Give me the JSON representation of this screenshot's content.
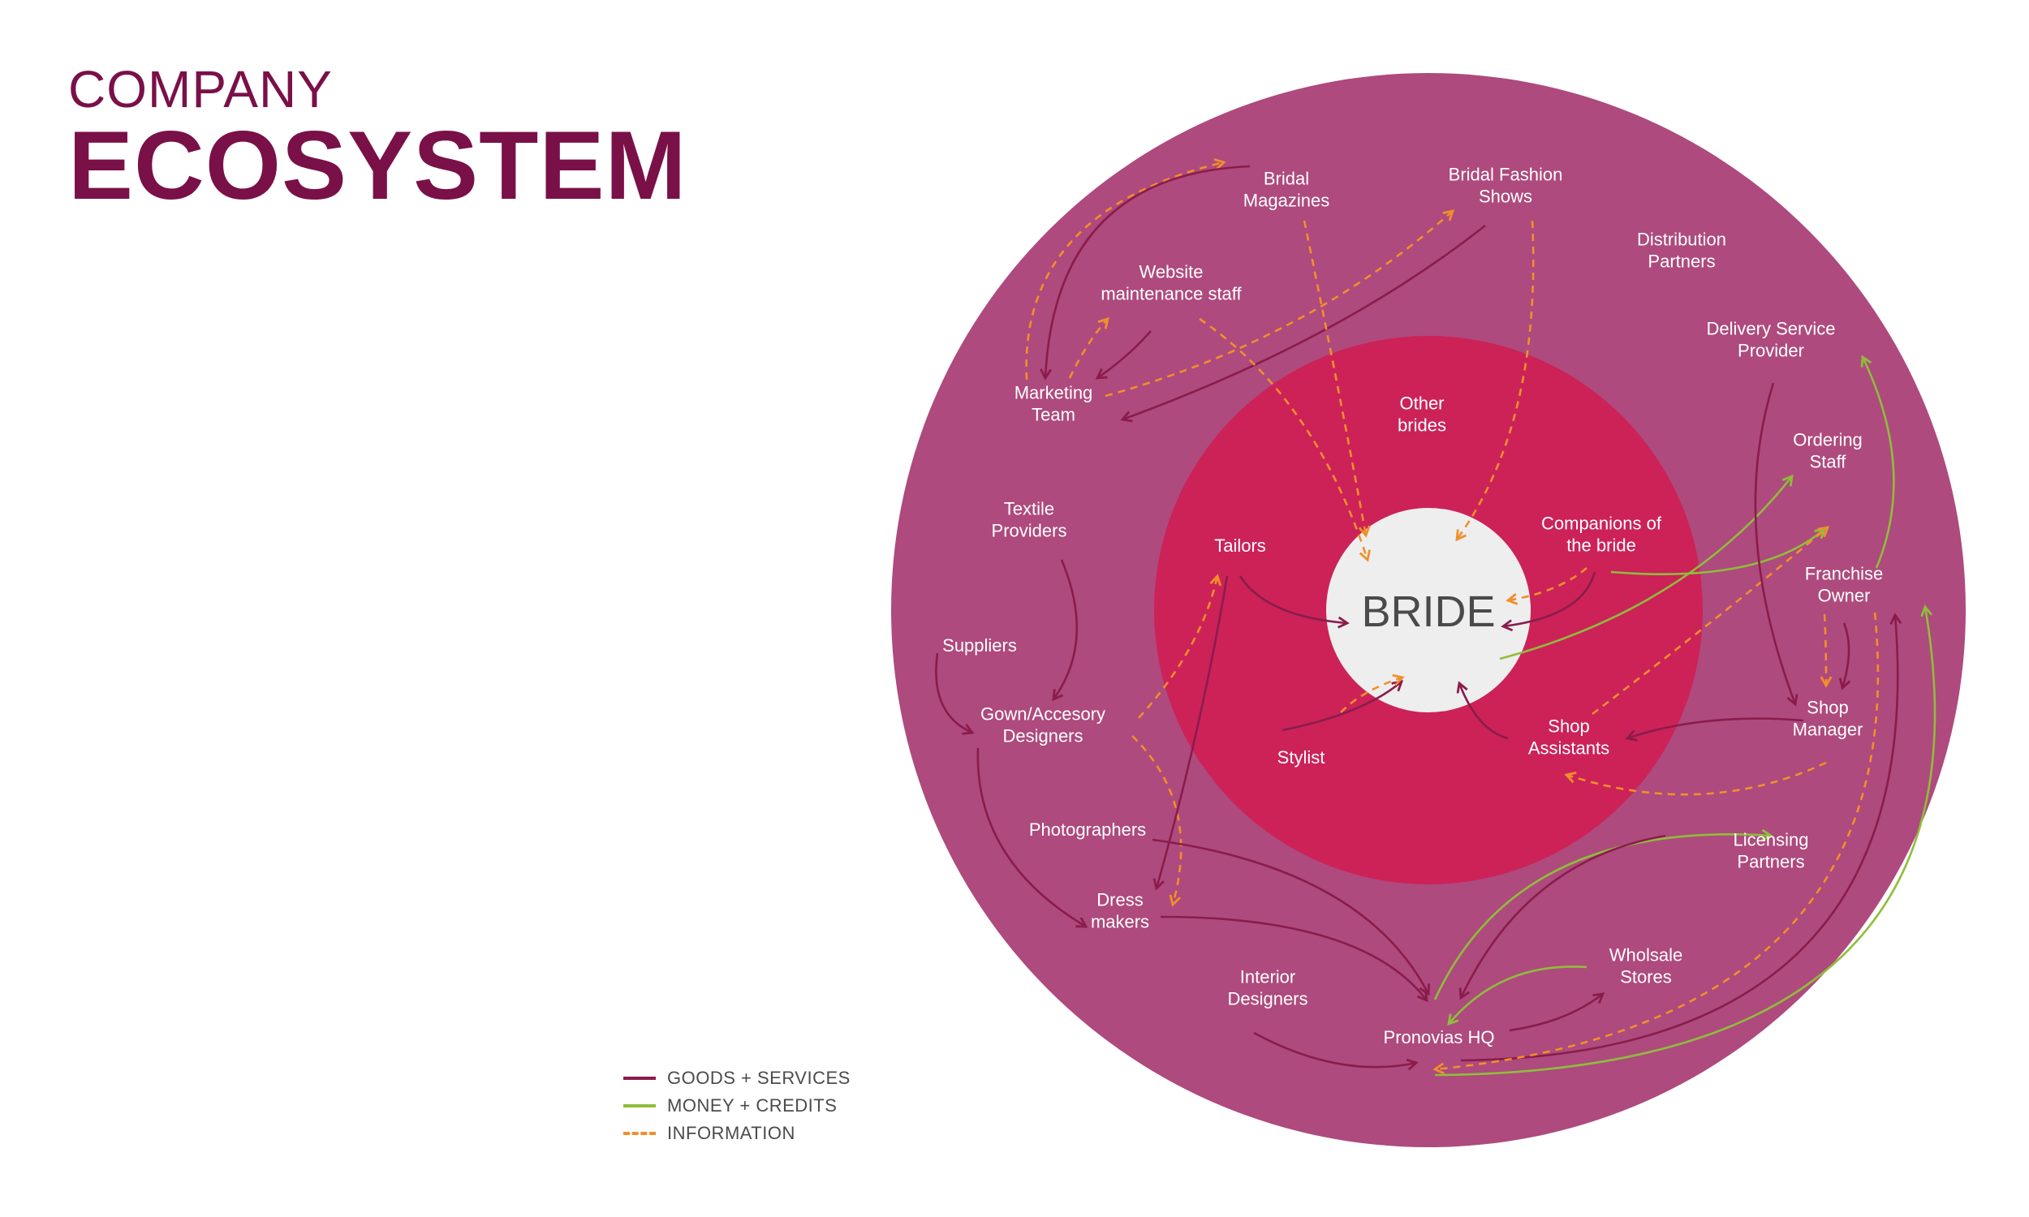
{
  "title": {
    "line1": "COMPANY",
    "line2": "ECOSYSTEM"
  },
  "colors": {
    "outer_ring": "#ae4a7d",
    "inner_ring": "#cc2258",
    "center": "#eeeeee",
    "title": "#7a1048",
    "goods": "#8a1c4c",
    "money": "#8fbd3b",
    "information": "#f0902a",
    "label_text": "#ffffff",
    "center_text": "#4a4a4a"
  },
  "center": {
    "label": "BRIDE"
  },
  "nodes": [
    {
      "id": "bridal-magazines",
      "lines": [
        "Bridal",
        "Magazines"
      ]
    },
    {
      "id": "bridal-fashion-shows",
      "lines": [
        "Bridal Fashion",
        "Shows"
      ]
    },
    {
      "id": "distribution-partners",
      "lines": [
        "Distribution",
        "Partners"
      ]
    },
    {
      "id": "website-maintenance-staff",
      "lines": [
        "Website",
        "maintenance staff"
      ]
    },
    {
      "id": "delivery-service-provider",
      "lines": [
        "Delivery Service",
        "Provider"
      ]
    },
    {
      "id": "marketing-team",
      "lines": [
        "Marketing",
        "Team"
      ]
    },
    {
      "id": "other-brides",
      "lines": [
        "Other",
        "brides"
      ]
    },
    {
      "id": "ordering-staff",
      "lines": [
        "Ordering",
        "Staff"
      ]
    },
    {
      "id": "textile-providers",
      "lines": [
        "Textile",
        "Providers"
      ]
    },
    {
      "id": "tailors",
      "lines": [
        "Tailors"
      ]
    },
    {
      "id": "companions-of-the-bride",
      "lines": [
        "Companions of",
        "the bride"
      ]
    },
    {
      "id": "franchise-owner",
      "lines": [
        "Franchise",
        "Owner"
      ]
    },
    {
      "id": "suppliers",
      "lines": [
        "Suppliers"
      ]
    },
    {
      "id": "gown-accesory-designers",
      "lines": [
        "Gown/Accesory",
        "Designers"
      ]
    },
    {
      "id": "stylist",
      "lines": [
        "Stylist"
      ]
    },
    {
      "id": "shop-assistants",
      "lines": [
        "Shop",
        "Assistants"
      ]
    },
    {
      "id": "shop-manager",
      "lines": [
        "Shop",
        "Manager"
      ]
    },
    {
      "id": "photographers",
      "lines": [
        "Photographers"
      ]
    },
    {
      "id": "licensing-partners",
      "lines": [
        "Licensing",
        "Partners"
      ]
    },
    {
      "id": "dress-makers",
      "lines": [
        "Dress",
        "makers"
      ]
    },
    {
      "id": "interior-designers",
      "lines": [
        "Interior",
        "Designers"
      ]
    },
    {
      "id": "wholsale-stores",
      "lines": [
        "Wholsale",
        "Stores"
      ]
    },
    {
      "id": "pronovias-hq",
      "lines": [
        "Pronovias HQ"
      ]
    }
  ],
  "flows": [
    {
      "type": "information",
      "from": "marketing-team",
      "to": "bridal-magazines"
    },
    {
      "type": "goods",
      "from": "bridal-magazines",
      "to": "marketing-team"
    },
    {
      "type": "information",
      "from": "marketing-team",
      "to": "bridal-fashion-shows"
    },
    {
      "type": "goods",
      "from": "bridal-fashion-shows",
      "to": "marketing-team"
    },
    {
      "type": "information",
      "from": "marketing-team",
      "to": "website-maintenance-staff"
    },
    {
      "type": "goods",
      "from": "website-maintenance-staff",
      "to": "marketing-team"
    },
    {
      "type": "information",
      "from": "bridal-magazines",
      "to": "bride"
    },
    {
      "type": "information",
      "from": "bridal-fashion-shows",
      "to": "bride"
    },
    {
      "type": "information",
      "from": "website-maintenance-staff",
      "to": "bride"
    },
    {
      "type": "goods",
      "from": "tailors",
      "to": "bride"
    },
    {
      "type": "goods",
      "from": "companions-of-the-bride",
      "to": "bride"
    },
    {
      "type": "information",
      "from": "companions-of-the-bride",
      "to": "bride"
    },
    {
      "type": "money",
      "from": "bride",
      "to": "ordering-staff"
    },
    {
      "type": "money",
      "from": "companions-of-the-bride",
      "to": "ordering-staff"
    },
    {
      "type": "information",
      "from": "shop-assistants",
      "to": "ordering-staff"
    },
    {
      "type": "money",
      "from": "franchise-owner",
      "to": "delivery-service-provider"
    },
    {
      "type": "goods",
      "from": "delivery-service-provider",
      "to": "shop-manager"
    },
    {
      "type": "information",
      "from": "franchise-owner",
      "to": "shop-manager"
    },
    {
      "type": "goods",
      "from": "franchise-owner",
      "to": "shop-manager"
    },
    {
      "type": "goods",
      "from": "shop-manager",
      "to": "shop-assistants"
    },
    {
      "type": "information",
      "from": "shop-manager",
      "to": "shop-assistants"
    },
    {
      "type": "goods",
      "from": "shop-assistants",
      "to": "bride"
    },
    {
      "type": "goods",
      "from": "stylist",
      "to": "bride"
    },
    {
      "type": "information",
      "from": "stylist",
      "to": "bride"
    },
    {
      "type": "goods",
      "from": "textile-providers",
      "to": "gown-accesory-designers"
    },
    {
      "type": "goods",
      "from": "suppliers",
      "to": "gown-accesory-designers"
    },
    {
      "type": "information",
      "from": "gown-accesory-designers",
      "to": "tailors"
    },
    {
      "type": "information",
      "from": "gown-accesory-designers",
      "to": "dress-makers"
    },
    {
      "type": "goods",
      "from": "gown-accesory-designers",
      "to": "dress-makers"
    },
    {
      "type": "goods",
      "from": "tailors",
      "to": "dress-makers"
    },
    {
      "type": "goods",
      "from": "photographers",
      "to": "pronovias-hq"
    },
    {
      "type": "goods",
      "from": "dress-makers",
      "to": "pronovias-hq"
    },
    {
      "type": "goods",
      "from": "interior-designers",
      "to": "pronovias-hq"
    },
    {
      "type": "money",
      "from": "pronovias-hq",
      "to": "licensing-partners"
    },
    {
      "type": "goods",
      "from": "licensing-partners",
      "to": "pronovias-hq"
    },
    {
      "type": "money",
      "from": "wholsale-stores",
      "to": "pronovias-hq"
    },
    {
      "type": "goods",
      "from": "pronovias-hq",
      "to": "wholsale-stores"
    },
    {
      "type": "goods",
      "from": "pronovias-hq",
      "to": "franchise-owner"
    },
    {
      "type": "information",
      "from": "franchise-owner",
      "to": "pronovias-hq"
    },
    {
      "type": "money",
      "from": "pronovias-hq",
      "to": "franchise-owner"
    }
  ],
  "legend": [
    {
      "type": "goods",
      "label": "GOODS + SERVICES"
    },
    {
      "type": "money",
      "label": "MONEY + CREDITS"
    },
    {
      "type": "information",
      "label": "INFORMATION"
    }
  ]
}
